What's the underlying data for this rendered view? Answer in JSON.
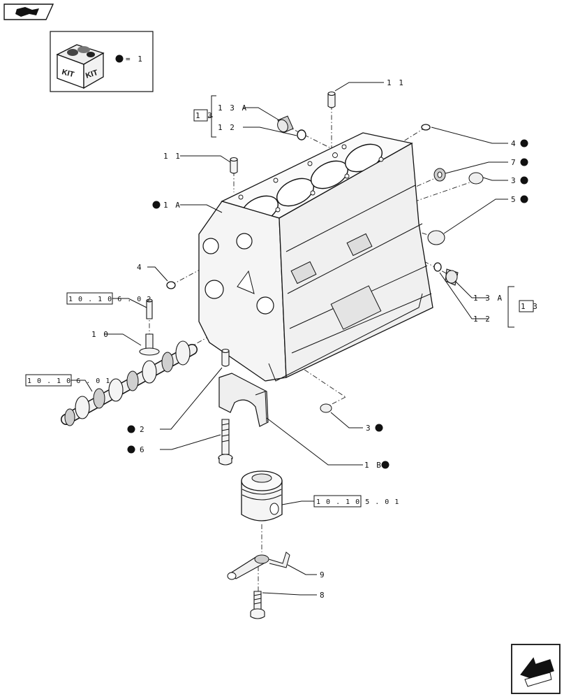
{
  "corner_icon": "book-arrow-icon",
  "nav_icon": "next-page-arrow-icon",
  "legend": {
    "icon": "kit-box-icon",
    "kit_text_1": "KIT",
    "kit_text_2": "KIT",
    "text": "= 1"
  },
  "callouts": [
    {
      "id": "c-11-top",
      "label": "1 1",
      "dot": false
    },
    {
      "id": "c-13a-top",
      "label": "1 3 A",
      "dot": false
    },
    {
      "id": "c-12-top",
      "label": "1 2",
      "dot": false
    },
    {
      "id": "c-13-top",
      "label": "1 3",
      "dot": false
    },
    {
      "id": "c-11-left",
      "label": "1 1",
      "dot": false
    },
    {
      "id": "c-1a",
      "label": "1 A",
      "dot": true
    },
    {
      "id": "c-4-right",
      "label": "4",
      "dot": true
    },
    {
      "id": "c-7",
      "label": "7",
      "dot": true
    },
    {
      "id": "c-3-right",
      "label": "3",
      "dot": true
    },
    {
      "id": "c-5",
      "label": "5",
      "dot": true
    },
    {
      "id": "c-4-left",
      "label": "4",
      "dot": false
    },
    {
      "id": "c-13a-right",
      "label": "1 3 A",
      "dot": false
    },
    {
      "id": "c-12-right",
      "label": "1 2",
      "dot": false
    },
    {
      "id": "c-13-right",
      "label": "1 3",
      "dot": false
    },
    {
      "id": "c-10",
      "label": "1 0",
      "dot": false
    },
    {
      "id": "c-2",
      "label": "2",
      "dot": true
    },
    {
      "id": "c-6",
      "label": "6",
      "dot": true
    },
    {
      "id": "c-3-bottom",
      "label": "3",
      "dot": true
    },
    {
      "id": "c-1b",
      "label": "1 B",
      "dot": true
    },
    {
      "id": "c-9",
      "label": "9",
      "dot": false
    },
    {
      "id": "c-8",
      "label": "8",
      "dot": false
    }
  ],
  "references": [
    {
      "id": "ref-106-02",
      "label": "1 0 . 1 0 6 . 0 2"
    },
    {
      "id": "ref-106-01",
      "label": "1 0 . 1 0 6 . 0 1"
    },
    {
      "id": "ref-105-01",
      "label": "1 0 . 1 0 5 . 0 1"
    }
  ]
}
